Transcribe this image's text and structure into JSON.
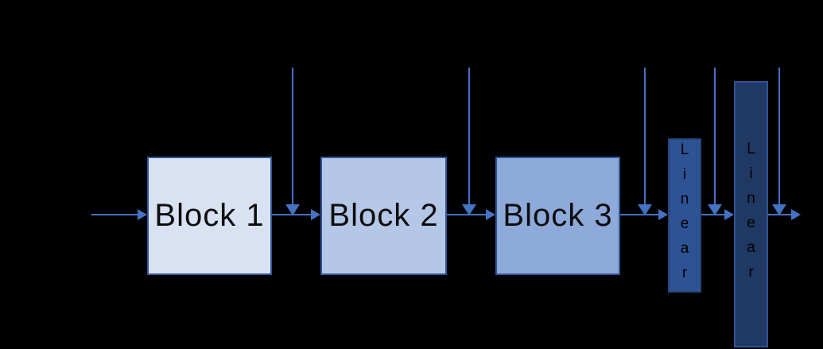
{
  "diagram": {
    "type": "flow-diagram",
    "blocks": [
      {
        "label": "Block 1",
        "fill": "#d9e2f3",
        "border": "#2f5597",
        "orientation": "horizontal"
      },
      {
        "label": "Block 2",
        "fill": "#b4c7e7",
        "border": "#2f5597",
        "orientation": "horizontal"
      },
      {
        "label": "Block 3",
        "fill": "#8eaadb",
        "border": "#2f5597",
        "orientation": "horizontal"
      },
      {
        "label": "Linear",
        "fill": "#2e5395",
        "border": "#24477e",
        "orientation": "vertical"
      },
      {
        "label": "Linear",
        "fill": "#1f3864",
        "border": "#2e5395",
        "orientation": "vertical"
      }
    ],
    "flow": "input → Block 1 → Block 2 → Block 3 → Linear → Linear → output",
    "drop_arrow_count": 5,
    "colors": {
      "background": "#000000",
      "arrow": "#4472c4",
      "block_text": "#0d0d0d"
    }
  }
}
